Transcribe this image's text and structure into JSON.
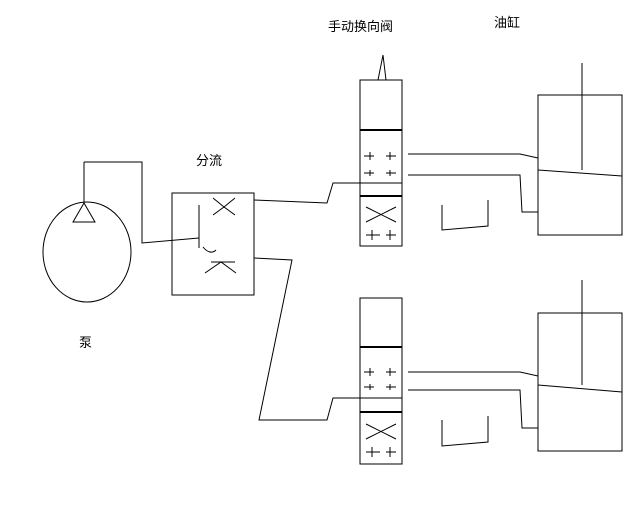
{
  "labels": {
    "valve": "手动换向阀",
    "cylinder": "油缸",
    "divider": "分流",
    "pump": "泵"
  },
  "colors": {
    "stroke": "#000000",
    "background": "#ffffff"
  }
}
